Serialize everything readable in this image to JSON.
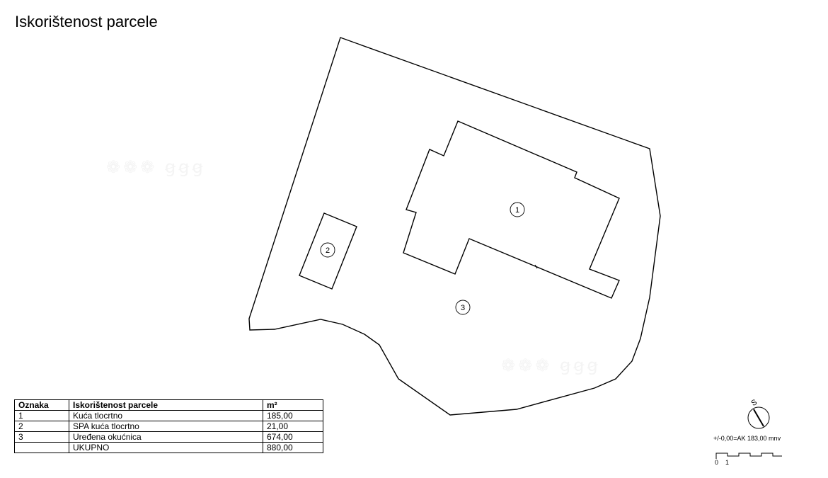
{
  "title": "Iskorištenost parcele",
  "plan_labels": [
    "1",
    "2",
    "3"
  ],
  "table": {
    "headers": [
      "Oznaka",
      "Iskorištenost parcele",
      "m²"
    ],
    "rows": [
      [
        "1",
        "Kuća tlocrtno",
        "185,00"
      ],
      [
        "2",
        "SPA kuća tlocrtno",
        "21,00"
      ],
      [
        "3",
        "Uređena okućnica",
        "674,00"
      ],
      [
        "",
        "UKUPNO",
        "880,00"
      ]
    ]
  },
  "north_label": "S",
  "level_note": "+/-0,00=AK 183,00 mnv",
  "scale": {
    "zero": "0",
    "one": "1"
  }
}
